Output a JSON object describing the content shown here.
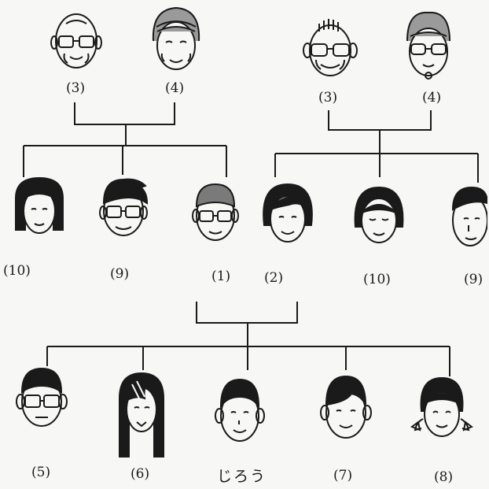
{
  "labels": {
    "gp_left_1": "(3)",
    "gp_left_2": "(4)",
    "gp_right_1": "(3)",
    "gp_right_2": "(4)",
    "mid_1": "(10)",
    "mid_2": "(9)",
    "mid_3": "(1)",
    "mid_4": "(2)",
    "mid_5": "(10)",
    "mid_6": "(9)",
    "child_1": "(5)",
    "child_2": "(6)",
    "child_3": "じろう",
    "child_4": "(7)",
    "child_5": "(8)"
  },
  "colors": {
    "ink": "#1a1a1a",
    "paper": "#f7f7f5"
  }
}
